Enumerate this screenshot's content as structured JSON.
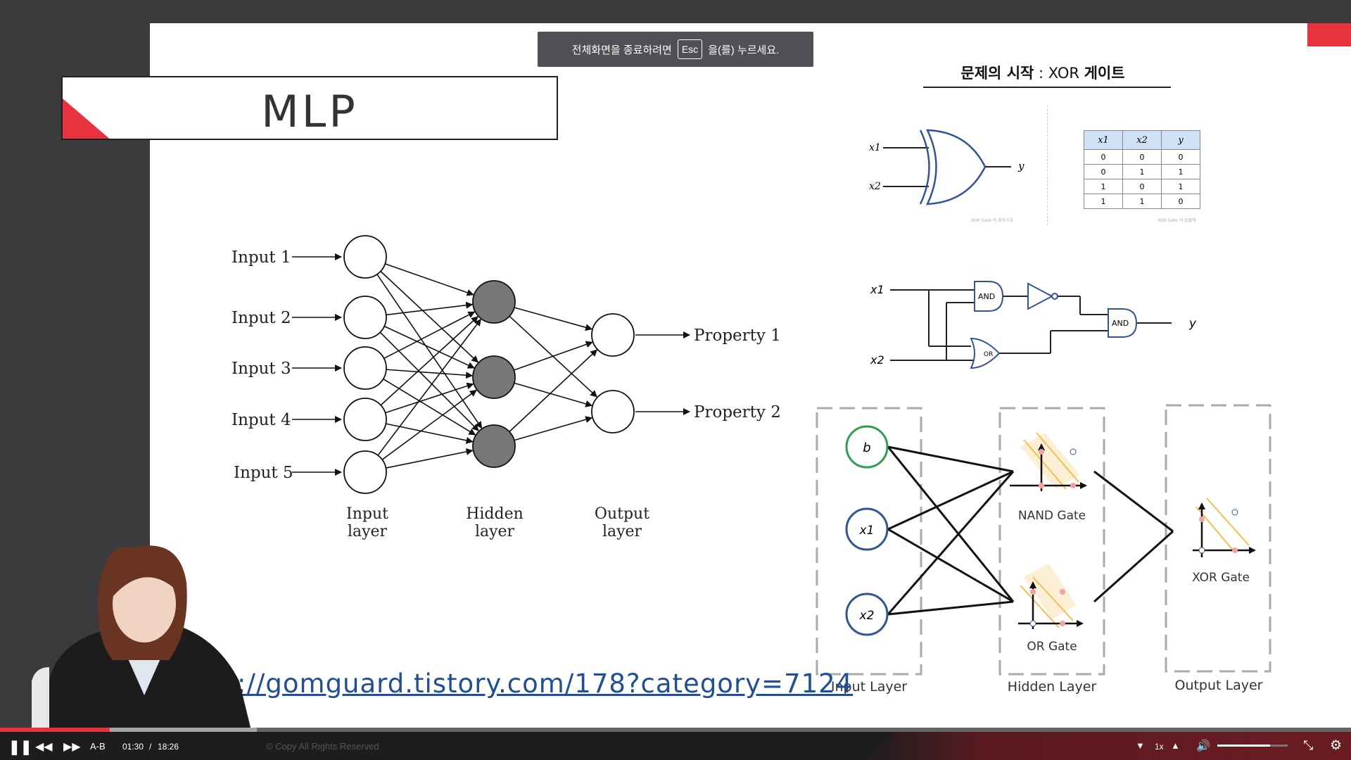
{
  "fullscreen_banner": {
    "before": "전체화면을 종료하려면",
    "key": "Esc",
    "after": "을(를) 누르세요."
  },
  "slide": {
    "title": "MLP",
    "xor_title": {
      "bold": "문제의 시작",
      "sep": " : XOR ",
      "bold2": "게이트"
    },
    "url": "://gomguard.tistory.com/178?category=7124"
  },
  "mlp_diagram": {
    "inputs": [
      "Input 1",
      "Input 2",
      "Input 3",
      "Input 4",
      "Input 5"
    ],
    "outputs": [
      "Property 1",
      "Property 2"
    ],
    "layer_labels": [
      {
        "line1": "Input",
        "line2": "layer"
      },
      {
        "line1": "Hidden",
        "line2": "layer"
      },
      {
        "line1": "Output",
        "line2": "layer"
      }
    ]
  },
  "xor_gate": {
    "input_labels": [
      "x1",
      "x2"
    ],
    "output_label": "y",
    "caption_left": "XOR Gate 의 회로기호",
    "caption_right": "XOR Gate 의 입출력",
    "truth_table": {
      "headers": [
        "x1",
        "x2",
        "y"
      ],
      "rows": [
        [
          "0",
          "0",
          "0"
        ],
        [
          "0",
          "1",
          "1"
        ],
        [
          "1",
          "0",
          "1"
        ],
        [
          "1",
          "1",
          "0"
        ]
      ]
    }
  },
  "circuit": {
    "inputs": [
      "x1",
      "x2"
    ],
    "gates": [
      "AND",
      "OR",
      "AND"
    ],
    "output": "y"
  },
  "network": {
    "nodes": [
      "b",
      "x1",
      "x2"
    ],
    "gate_labels": [
      "NAND Gate",
      "OR Gate",
      "XOR Gate"
    ],
    "layer_labels": [
      "Input Layer",
      "Hidden Layer",
      "Output Layer"
    ],
    "colors": {
      "bias": "#2e9e4f",
      "input": "#2f5597",
      "highlight": "#f3d27a"
    }
  },
  "player": {
    "ab_label": "A-B",
    "current_time": "01:30",
    "separator": "/",
    "total_time": "18:26",
    "speed": "1x",
    "copyright": "© Copy All Rights Reserved",
    "progress": 0.081,
    "buffered": 0.19,
    "volume": 0.75,
    "accent_color": "#e8333e"
  }
}
